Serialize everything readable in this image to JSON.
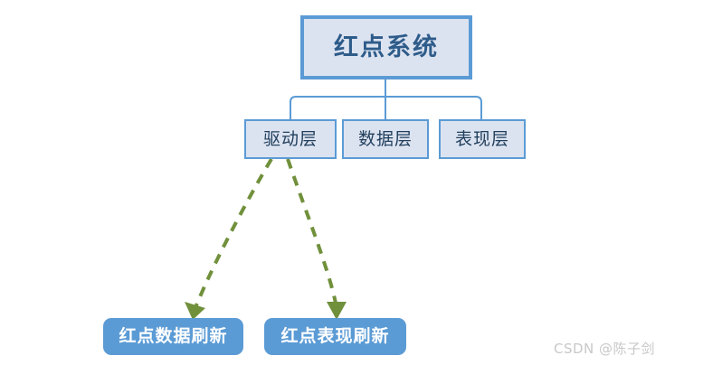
{
  "diagram": {
    "background_color": "#ffffff",
    "root": {
      "label": "红点系统",
      "fill": "#dce3f0",
      "border_color": "#5b9bd5",
      "text_color": "#2e5c8a"
    },
    "layers": [
      {
        "label": "驱动层"
      },
      {
        "label": "数据层"
      },
      {
        "label": "表现层"
      }
    ],
    "layer_style": {
      "fill": "#dce3f0",
      "border_color": "#5b9bd5",
      "text_color": "#22405e"
    },
    "actions": [
      {
        "label": "红点数据刷新"
      },
      {
        "label": "红点表现刷新"
      }
    ],
    "action_style": {
      "fill": "#5b9bd5",
      "text_color": "#ffffff"
    },
    "connector_color": "#5b9bd5",
    "arrow_color": "#70903b",
    "arrow_style": "dashed"
  },
  "watermark": {
    "text": "CSDN @陈子剑",
    "color": "#c8c8c8"
  }
}
